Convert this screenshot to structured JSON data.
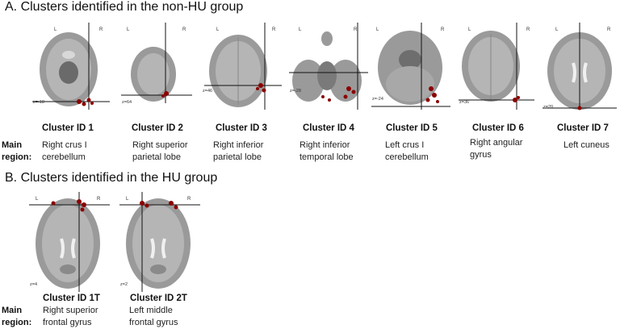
{
  "section_a": {
    "title": "A. Clusters identified in the non-HU group"
  },
  "section_b": {
    "title": "B. Clusters identified in the HU group"
  },
  "main_region_label": [
    "Main",
    "region:"
  ],
  "side_labels": {
    "left": "L",
    "right": "R"
  },
  "colors": {
    "cluster": "#8b0000",
    "brain": "#9a9a9a",
    "crosshair": "#111111"
  },
  "clusters_a": [
    {
      "id": "Cluster ID 1",
      "z": "z=-18",
      "region": [
        "Right crus I",
        "cerebellum"
      ]
    },
    {
      "id": "Cluster ID 2",
      "z": "z=64",
      "region": [
        "Right superior",
        "parietal lobe"
      ]
    },
    {
      "id": "Cluster ID 3",
      "z": "z=46",
      "region": [
        "Right inferior",
        "parietal lobe"
      ]
    },
    {
      "id": "Cluster ID 4",
      "z": "z=-28",
      "region": [
        "Right inferior",
        "temporal lobe"
      ]
    },
    {
      "id": "Cluster ID 5",
      "z": "z=-24",
      "region": [
        "Left crus I",
        "cerebellum"
      ]
    },
    {
      "id": "Cluster ID 6",
      "z": "z=36",
      "region": [
        "Right angular",
        "gyrus"
      ]
    },
    {
      "id": "Cluster ID 7",
      "z": "z=20",
      "region": [
        "Left cuneus"
      ]
    }
  ],
  "clusters_b": [
    {
      "id": "Cluster ID 1T",
      "z": "z=4",
      "region": [
        "Right superior",
        "frontal gyrus"
      ]
    },
    {
      "id": "Cluster ID 2T",
      "z": "z=2",
      "region": [
        "Left middle",
        "frontal gyrus"
      ]
    }
  ]
}
